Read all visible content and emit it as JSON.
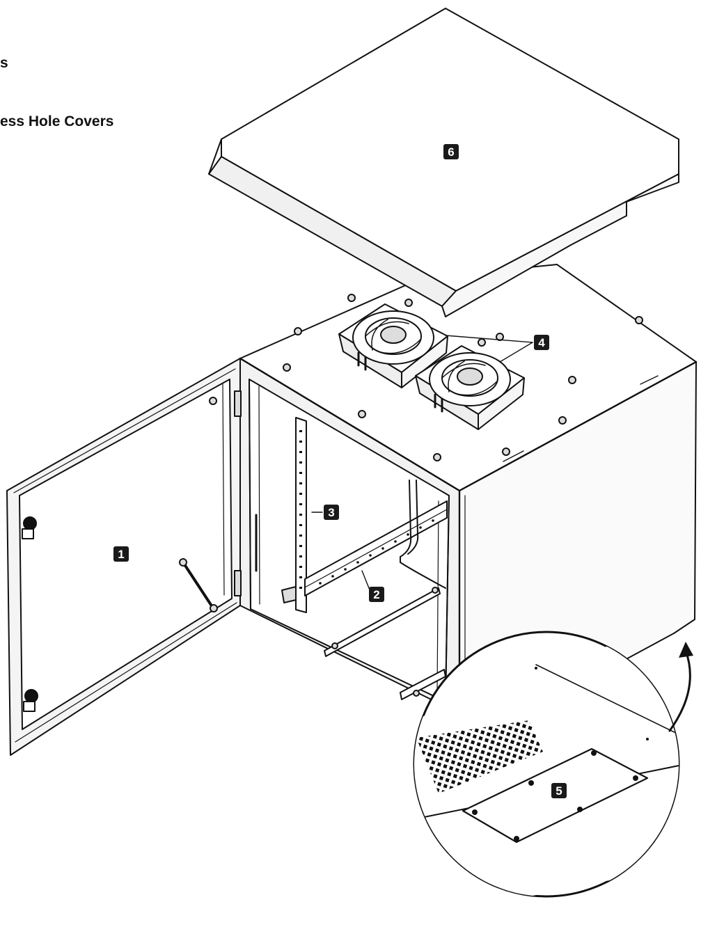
{
  "side_labels": {
    "fragment_1": "s",
    "fragment_2": "ess Hole Covers"
  },
  "callouts": {
    "door": "1",
    "din_rail": "2",
    "mounting_rail": "3",
    "fans": "4",
    "access_cover": "5",
    "roof": "6"
  },
  "colors": {
    "line": "#111111",
    "surface": "#ffffff",
    "shade": "#ececec",
    "mid": "#d6d6d6",
    "badge": "#1a1a1a",
    "badge_text": "#ffffff"
  }
}
